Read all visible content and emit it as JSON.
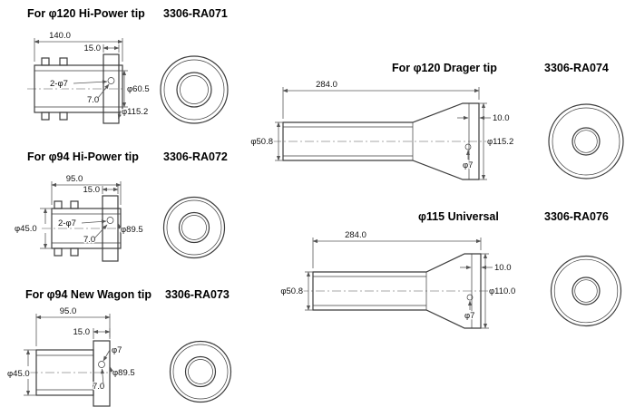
{
  "parts": [
    {
      "title": "For φ120 Hi-Power tip",
      "code": "3306-RA071",
      "dims": {
        "length": "140.0",
        "plate_thickness": "15.0",
        "bolt_holes": "2-φ7",
        "pipe_diameter": "φ60.5",
        "hole_offset": "7.0",
        "plate_diameter": "φ115.2"
      }
    },
    {
      "title": "For φ94 Hi-Power tip",
      "code": "3306-RA072",
      "dims": {
        "length": "95.0",
        "plate_thickness": "15.0",
        "bolt_holes": "2-φ7",
        "pipe_diameter": "φ45.0",
        "hole_offset": "7.0",
        "plate_diameter": "φ89.5"
      }
    },
    {
      "title": "For φ94 New Wagon tip",
      "code": "3306-RA073",
      "dims": {
        "length": "95.0",
        "plate_thickness": "15.0",
        "bolt_holes": "φ7",
        "pipe_diameter": "φ45.0",
        "hole_offset": "7.0",
        "plate_diameter": "φ89.5"
      }
    },
    {
      "title": "For φ120 Drager tip",
      "code": "3306-RA074",
      "dims": {
        "length": "284.0",
        "tip_depth": "10.0",
        "inlet_diameter": "φ50.8",
        "outlet_diameter": "φ115.2",
        "bolt_holes": "φ7"
      }
    },
    {
      "title": "φ115 Universal",
      "code": "3306-RA076",
      "dims": {
        "length": "284.0",
        "tip_depth": "10.0",
        "inlet_diameter": "φ50.8",
        "outlet_diameter": "φ110.0",
        "bolt_holes": "φ7"
      }
    }
  ]
}
